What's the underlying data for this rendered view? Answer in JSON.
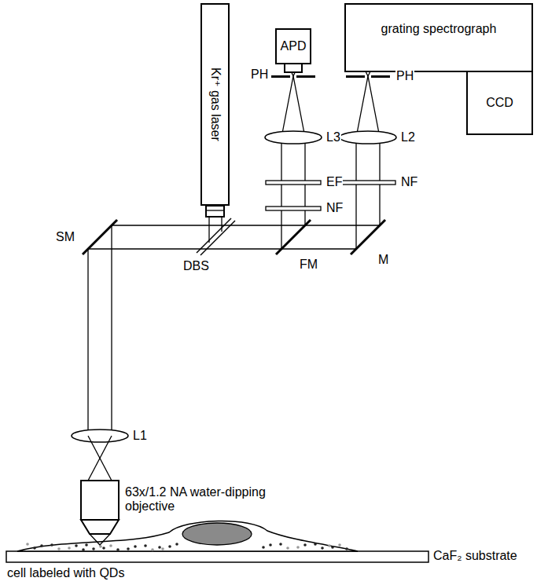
{
  "diagram": {
    "nodes": [
      {
        "text": [
          "Kr⁺ gas laser"
        ]
      },
      {
        "text": [
          "APD"
        ]
      },
      {
        "text": [
          "grating spectrograph"
        ]
      },
      {
        "text": [
          "CCD"
        ]
      }
    ],
    "labels": [
      "PH",
      "L3",
      "EF",
      "NF",
      "PH",
      "L2",
      "NF",
      "SM",
      "DBS",
      "FM",
      "M",
      "L1",
      "63x/1.2 NA water-dipping objective",
      "CaF₂ substrate",
      "cell labeled with QDs"
    ]
  }
}
